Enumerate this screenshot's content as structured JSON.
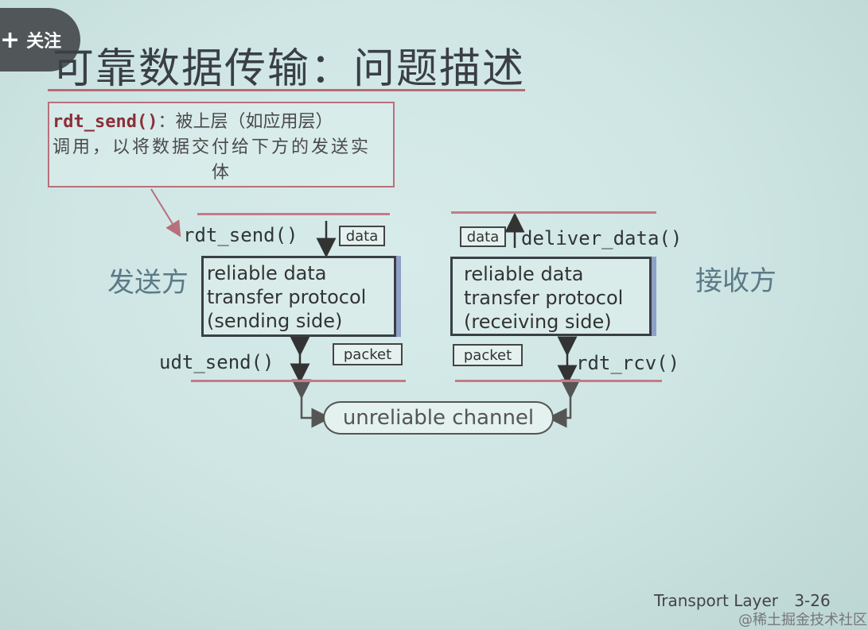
{
  "overlay": {
    "follow_label": "关注"
  },
  "slide": {
    "title": "可靠数据传输：问题描述",
    "note": {
      "code": "rdt_send()",
      "line1_rest": "：被上层（如应用层）",
      "line2": "调用，以将数据交付给下方的发送实",
      "line3": "体"
    },
    "sender": {
      "label": "发送方",
      "top_call": "rdt_send()",
      "top_tag": "data",
      "protocol": [
        "reliable data",
        "transfer protocol",
        "(sending side)"
      ],
      "bottom_call": "udt_send()",
      "bottom_tag": "packet"
    },
    "receiver": {
      "label": "接收方",
      "top_call": "deliver_data()",
      "top_tag": "data",
      "protocol": [
        "reliable data",
        "transfer protocol",
        "(receiving side)"
      ],
      "bottom_call": "rdt_rcv()",
      "bottom_tag": "packet"
    },
    "channel_label": "unreliable channel",
    "footer": {
      "section": "Transport Layer",
      "page": "3-26"
    }
  },
  "watermark": "@稀土掘金技术社区",
  "colors": {
    "accent_rule": "#c57a88",
    "note_border": "#b8707c",
    "code_text": "#8b2f3a"
  }
}
